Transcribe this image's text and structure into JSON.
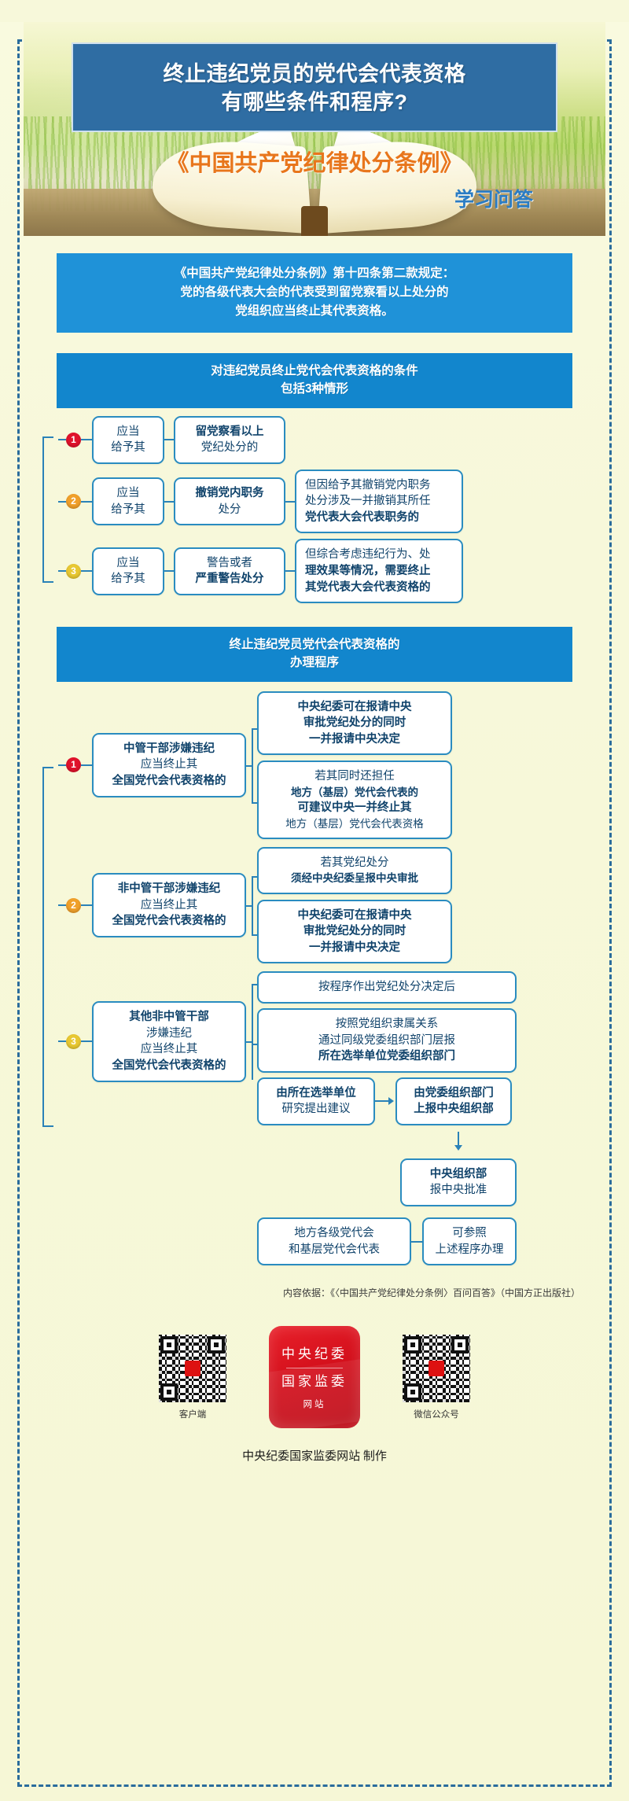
{
  "hero": {
    "title_line1": "终止违纪党员的党代会代表资格",
    "title_line2": "有哪些条件和程序?",
    "book_name": "《中国共产党纪律处分条例》",
    "qa_label": "学习问答"
  },
  "quote": {
    "line1": "《中国共产党纪律处分条例》第十四条第二款规定：",
    "line2": "党的各级代表大会的代表受到留党察看以上处分的",
    "line3": "党组织应当终止其代表资格。"
  },
  "section1": {
    "header_line1": "对违纪党员终止党代会代表资格的条件",
    "header_line2": "包括3种情形",
    "rows": [
      {
        "num": "1",
        "left_line1": "应当",
        "left_line2": "给予其",
        "mid_line1": "留党察看以上",
        "mid_line2": "党纪处分的",
        "right_lines": []
      },
      {
        "num": "2",
        "left_line1": "应当",
        "left_line2": "给予其",
        "mid_line1": "撤销党内职务",
        "mid_line2": "处分",
        "right_lines": [
          "但因给予其撤销党内职务",
          "处分涉及一并撤销其所任",
          "党代表大会代表职务的"
        ]
      },
      {
        "num": "3",
        "left_line1": "应当",
        "left_line2": "给予其",
        "mid_line1": "警告或者",
        "mid_line2": "严重警告处分",
        "right_lines": [
          "但综合考虑违纪行为、处",
          "理效果等情况，需要终止",
          "其党代表大会代表资格的"
        ]
      }
    ]
  },
  "section2": {
    "header_line1": "终止违纪党员党代会代表资格的",
    "header_line2": "办理程序",
    "item1": {
      "num": "1",
      "subject_lines": [
        "中管干部涉嫌违纪",
        "应当终止其",
        "全国党代会代表资格的"
      ],
      "cards": [
        [
          "中央纪委可在报请中央",
          "审批党纪处分的同时",
          "一并报请中央决定"
        ],
        [
          "若其同时还担任",
          "地方（基层）党代会代表的",
          "可建议中央一并终止其",
          "地方（基层）党代会代表资格"
        ]
      ]
    },
    "item2": {
      "num": "2",
      "subject_lines": [
        "非中管干部涉嫌违纪",
        "应当终止其",
        "全国党代会代表资格的"
      ],
      "cards": [
        [
          "若其党纪处分",
          "须经中央纪委呈报中央审批"
        ],
        [
          "中央纪委可在报请中央",
          "审批党纪处分的同时",
          "一并报请中央决定"
        ]
      ]
    },
    "item3": {
      "num": "3",
      "subject_lines": [
        "其他非中管干部",
        "涉嫌违纪",
        "应当终止其",
        "全国党代会代表资格的"
      ],
      "card_a": [
        "按程序作出党纪处分决定后"
      ],
      "card_b": [
        "按照党组织隶属关系",
        "通过同级党委组织部门层报",
        "所在选举单位党委组织部门"
      ],
      "card_c": [
        "由所在选举单位",
        "研究提出建议"
      ],
      "card_d": [
        "由党委组织部门",
        "上报中央组织部"
      ],
      "card_e": [
        "中央组织部",
        "报中央批准"
      ],
      "card_f": [
        "地方各级党代会",
        "和基层党代会代表"
      ],
      "card_g": [
        "可参照",
        "上述程序办理"
      ]
    }
  },
  "footer": {
    "source": "内容依据：《〈中国共产党纪律处分条例〉百问百答》（中国方正出版社）",
    "qr_left_caption": "客户端",
    "qr_right_caption": "微信公众号",
    "logo_line1": "中央纪委",
    "logo_line2": "国家监委",
    "logo_line3": "网站",
    "made_by": "中央纪委国家监委网站 制作"
  }
}
